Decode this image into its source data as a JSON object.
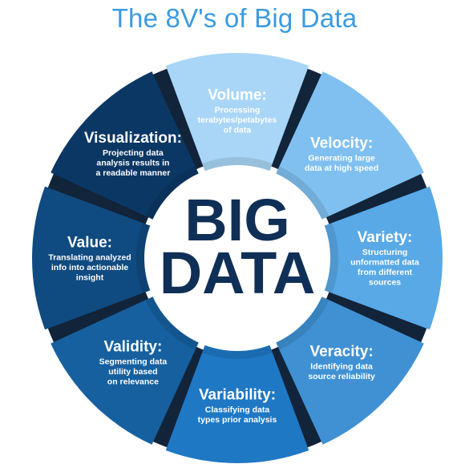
{
  "title": "The 8V's of Big Data",
  "center": {
    "line1": "BIG",
    "line2": "DATA"
  },
  "colors": {
    "title": "#3a9be0",
    "center_text": "#0f2f57",
    "gap": "#12243a",
    "ring_edge": "#0b2d52"
  },
  "segments": [
    {
      "key": "volume",
      "title": "Volume:",
      "desc": [
        "Processing",
        "terabytes/petabytes",
        "of data"
      ],
      "color": "#a9d6f7",
      "text_color": "#ffffff"
    },
    {
      "key": "velocity",
      "title": "Velocity:",
      "desc": [
        "Generating large",
        "data at high speed"
      ],
      "color": "#7fc0f0",
      "text_color": "#ffffff"
    },
    {
      "key": "variety",
      "title": "Variety:",
      "desc": [
        "Structuring",
        "unformatted data",
        "from different",
        "sources"
      ],
      "color": "#58a9e6",
      "text_color": "#ffffff"
    },
    {
      "key": "veracity",
      "title": "Veracity:",
      "desc": [
        "Identifying data",
        "source reliability"
      ],
      "color": "#3f91d4",
      "text_color": "#ffffff"
    },
    {
      "key": "variability",
      "title": "Variability:",
      "desc": [
        "Classifying data",
        "types prior analysis"
      ],
      "color": "#1f78c4",
      "text_color": "#ffffff"
    },
    {
      "key": "validity",
      "title": "Validity:",
      "desc": [
        "Segmenting data",
        "utility based",
        "on relevance"
      ],
      "color": "#16609f",
      "text_color": "#ffffff"
    },
    {
      "key": "value",
      "title": "Value:",
      "desc": [
        "Translating analyzed",
        "info into actionable",
        "insight"
      ],
      "color": "#0f4a80",
      "text_color": "#ffffff"
    },
    {
      "key": "visualization",
      "title": "Visualization:",
      "desc": [
        "Projecting data",
        "analysis results in",
        "a readable manner"
      ],
      "color": "#0b3764",
      "text_color": "#ffffff"
    }
  ]
}
